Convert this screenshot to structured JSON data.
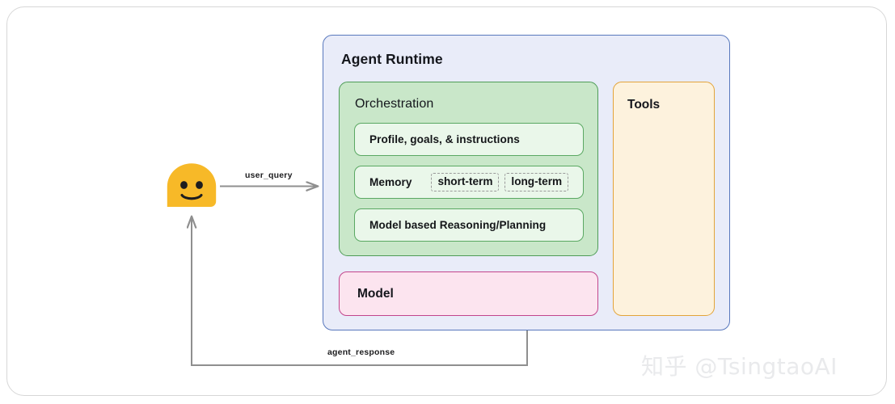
{
  "diagram": {
    "runtime": {
      "title": "Agent Runtime",
      "border_color": "#5878bd",
      "fill_color": "#e9ecf9"
    },
    "orchestration": {
      "title": "Orchestration",
      "border_color": "#4e9c57",
      "fill_color": "#c9e7c9",
      "rows": [
        {
          "label": "Profile, goals, & instructions",
          "chips": []
        },
        {
          "label": "Memory",
          "chips": [
            "short-term",
            "long-term"
          ]
        },
        {
          "label": "Model based Reasoning/Planning",
          "chips": []
        }
      ]
    },
    "model": {
      "title": "Model",
      "border_color": "#c2458c",
      "fill_color": "#fce4ef"
    },
    "tools": {
      "title": "Tools",
      "border_color": "#e3a43a",
      "fill_color": "#fdf2dd"
    },
    "user": {
      "icon": "smiley-face-avatar",
      "face_color": "#f7b928"
    },
    "flows": [
      {
        "name": "user-query",
        "label": "user_query",
        "direction": "user-to-runtime",
        "color": "#8f8f8f"
      },
      {
        "name": "agent-response",
        "label": "agent_response",
        "direction": "runtime-to-user",
        "color": "#8f8f8f"
      }
    ]
  },
  "watermark": {
    "text": "知乎 @TsingtaoAI",
    "color": "#e9eaec"
  }
}
